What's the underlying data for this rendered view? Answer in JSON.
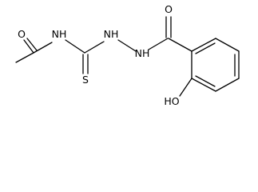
{
  "structure": {
    "atoms": [
      {
        "id": "methyl",
        "label": ""
      },
      {
        "id": "acetyl_c",
        "label": ""
      },
      {
        "id": "acetyl_o",
        "label": "O"
      },
      {
        "id": "amide_n",
        "label": "NH"
      },
      {
        "id": "thio_c",
        "label": ""
      },
      {
        "id": "thio_s",
        "label": "S"
      },
      {
        "id": "hydrazine_n1",
        "label": "NH"
      },
      {
        "id": "hydrazine_n2",
        "label": "NH"
      },
      {
        "id": "carbonyl_c",
        "label": ""
      },
      {
        "id": "carbonyl_o",
        "label": "O"
      },
      {
        "id": "ring_c1",
        "label": ""
      },
      {
        "id": "ring_c2",
        "label": ""
      },
      {
        "id": "ring_c3",
        "label": ""
      },
      {
        "id": "ring_c4",
        "label": ""
      },
      {
        "id": "ring_c5",
        "label": ""
      },
      {
        "id": "ring_c6",
        "label": ""
      },
      {
        "id": "hydroxyl",
        "label": "HO"
      }
    ],
    "bonds": [
      {
        "a": "methyl",
        "b": "acetyl_c",
        "order": 1
      },
      {
        "a": "acetyl_c",
        "b": "acetyl_o",
        "order": 2
      },
      {
        "a": "acetyl_c",
        "b": "amide_n",
        "order": 1
      },
      {
        "a": "amide_n",
        "b": "thio_c",
        "order": 1
      },
      {
        "a": "thio_c",
        "b": "thio_s",
        "order": 2
      },
      {
        "a": "thio_c",
        "b": "hydrazine_n1",
        "order": 1
      },
      {
        "a": "hydrazine_n1",
        "b": "hydrazine_n2",
        "order": 1
      },
      {
        "a": "hydrazine_n2",
        "b": "carbonyl_c",
        "order": 1
      },
      {
        "a": "carbonyl_c",
        "b": "carbonyl_o",
        "order": 2
      },
      {
        "a": "carbonyl_c",
        "b": "ring_c1",
        "order": 1
      },
      {
        "a": "ring_c1",
        "b": "ring_c2",
        "order": 2
      },
      {
        "a": "ring_c2",
        "b": "ring_c3",
        "order": 1
      },
      {
        "a": "ring_c3",
        "b": "ring_c4",
        "order": 2
      },
      {
        "a": "ring_c4",
        "b": "ring_c5",
        "order": 1
      },
      {
        "a": "ring_c5",
        "b": "ring_c6",
        "order": 2
      },
      {
        "a": "ring_c6",
        "b": "ring_c1",
        "order": 1
      },
      {
        "a": "ring_c6",
        "b": "hydroxyl",
        "order": 1
      }
    ]
  }
}
